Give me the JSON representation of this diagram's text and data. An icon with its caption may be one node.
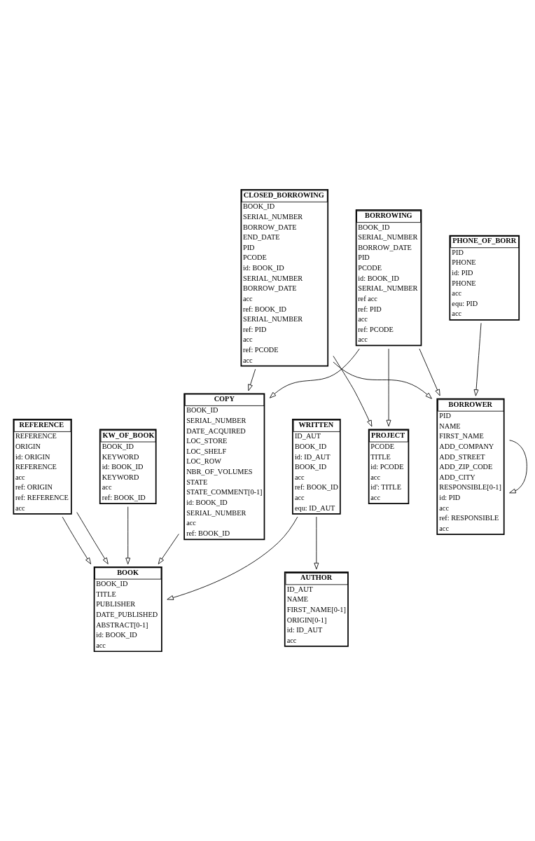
{
  "diagram": {
    "nodes": [
      {
        "text": [
          "REFERENCE",
          "REFERENCE",
          "ORIGIN",
          "id: ORIGIN",
          "REFERENCE",
          "acc",
          "ref: ORIGIN",
          "ref: REFERENCE",
          "acc"
        ]
      },
      {
        "text": [
          "KW_OF_BOOK",
          "BOOK_ID",
          "KEYWORD",
          "id: BOOK_ID",
          "KEYWORD",
          "acc",
          "ref: BOOK_ID"
        ]
      },
      {
        "text": [
          "AUTHOR",
          "ID_AUT",
          "NAME",
          "FIRST_NAME[0-1]",
          "ORIGIN[0-1]",
          "id: ID_AUT",
          "acc"
        ]
      },
      {
        "text": [
          "BOOK",
          "BOOK_ID",
          "TITLE",
          "PUBLISHER",
          "DATE_PUBLISHED",
          "ABSTRACT[0-1]",
          "id: BOOK_ID",
          "acc"
        ]
      },
      {
        "text": [
          "WRITTEN",
          "ID_AUT",
          "BOOK_ID",
          "id: ID_AUT",
          "BOOK_ID",
          "acc",
          "ref: BOOK_ID",
          "acc",
          "equ: ID_AUT"
        ]
      },
      {
        "text": [
          "BORROWER",
          "PID",
          "NAME",
          "FIRST_NAME",
          "ADD_COMPANY",
          "ADD_STREET",
          "ADD_ZIP_CODE",
          "ADD_CITY",
          "RESPONSIBLE[0-1]",
          "id: PID",
          "acc",
          "ref: RESPONSIBLE",
          "acc"
        ]
      },
      {
        "text": [
          "COPY",
          "BOOK_ID",
          "SERIAL_NUMBER",
          "DATE_ACQUIRED",
          "LOC_STORE",
          "LOC_SHELF",
          "LOC_ROW",
          "NBR_OF_VOLUMES",
          "STATE",
          "STATE_COMMENT[0-1]",
          "id: BOOK_ID",
          "SERIAL_NUMBER",
          "acc",
          "ref: BOOK_ID"
        ]
      },
      {
        "text": [
          "BORROWING",
          "BOOK_ID",
          "SERIAL_NUMBER",
          "BORROW_DATE",
          "PID",
          "PCODE",
          "id: BOOK_ID",
          "SERIAL_NUMBER",
          "ref acc",
          "ref: PID",
          "acc",
          "ref: PCODE",
          "acc"
        ]
      },
      {
        "text": [
          "PHONE_OF_BORR",
          "PID",
          "PHONE",
          "id: PID",
          "PHONE",
          "acc",
          "equ: PID",
          "acc"
        ]
      },
      {
        "text": [
          "CLOSED_BORROWING",
          "BOOK_ID",
          "SERIAL_NUMBER",
          "BORROW_DATE",
          "END_DATE",
          "PID",
          "PCODE",
          "id: BOOK_ID",
          "SERIAL_NUMBER",
          "BORROW_DATE",
          "acc",
          "ref: BOOK_ID",
          "SERIAL_NUMBER",
          "ref: PID",
          "acc",
          "ref: PCODE",
          "acc"
        ]
      },
      {
        "text": [
          "PROJECT",
          "PCODE",
          "TITLE",
          "id: PCODE",
          "acc",
          "id': TITLE",
          "acc"
        ]
      }
    ],
    "edges": [
      {
        "from": 0,
        "to": 3,
        "arrow": "to"
      },
      {
        "from": 0,
        "to": 3,
        "arrow": "to"
      },
      {
        "from": 1,
        "to": 3,
        "arrow": "to"
      },
      {
        "from": 4,
        "to": 3,
        "arrow": "to"
      },
      {
        "from": 4,
        "to": 2,
        "arrow": "to"
      },
      {
        "from": 6,
        "to": 3,
        "arrow": "to"
      },
      {
        "from": 7,
        "to": 6,
        "arrow": "to"
      },
      {
        "from": 9,
        "to": 6,
        "arrow": "to"
      },
      {
        "from": 7,
        "to": 5,
        "arrow": "to"
      },
      {
        "from": 9,
        "to": 5,
        "arrow": "to"
      },
      {
        "from": 5,
        "to": 5,
        "arrow": "to"
      },
      {
        "from": 8,
        "to": 5,
        "arrow": "to"
      },
      {
        "from": 7,
        "to": 10,
        "arrow": "to"
      },
      {
        "from": 9,
        "to": 10,
        "arrow": "to"
      }
    ]
  }
}
